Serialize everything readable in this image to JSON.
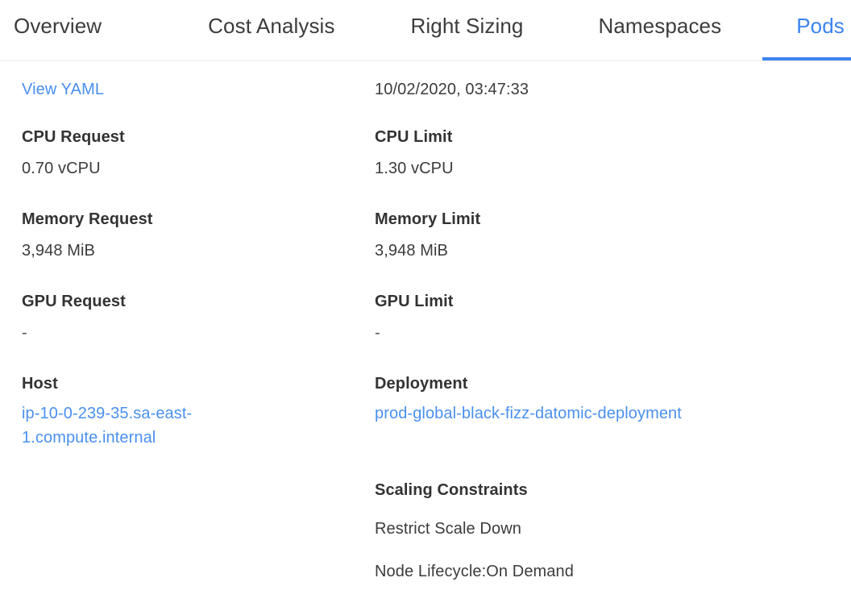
{
  "tabs": [
    {
      "label": "Overview",
      "active": false
    },
    {
      "label": "Cost Analysis",
      "active": false
    },
    {
      "label": "Right Sizing",
      "active": false
    },
    {
      "label": "Namespaces",
      "active": false
    },
    {
      "label": "Pods",
      "active": true
    }
  ],
  "colors": {
    "accent": "#3c84f0",
    "link": "#4a90ef",
    "text": "#3c3c3c",
    "label": "#333333",
    "divider": "#ececec",
    "background": "#ffffff"
  },
  "details": {
    "view_yaml_link": "View YAML",
    "timestamp": "10/02/2020, 03:47:33",
    "cpu_request": {
      "label": "CPU Request",
      "value": "0.70 vCPU"
    },
    "cpu_limit": {
      "label": "CPU Limit",
      "value": "1.30 vCPU"
    },
    "memory_request": {
      "label": "Memory Request",
      "value": "3,948 MiB"
    },
    "memory_limit": {
      "label": "Memory Limit",
      "value": "3,948 MiB"
    },
    "gpu_request": {
      "label": "GPU Request",
      "value": "-"
    },
    "gpu_limit": {
      "label": "GPU Limit",
      "value": "-"
    },
    "host": {
      "label": "Host",
      "value": "ip-10-0-239-35.sa-east-1.compute.internal"
    },
    "deployment": {
      "label": "Deployment",
      "value": "prod-global-black-fizz-datomic-deployment"
    },
    "scaling_constraints": {
      "label": "Scaling Constraints",
      "items": [
        "Restrict Scale Down",
        "Node Lifecycle:On Demand"
      ]
    }
  }
}
